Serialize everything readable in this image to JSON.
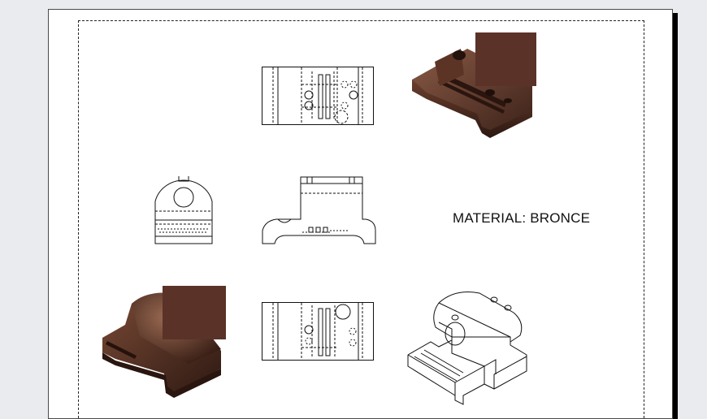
{
  "drawing": {
    "material_label": "MATERIAL: BRONCE"
  },
  "colors": {
    "background": "#e9ebee",
    "sheet": "#ffffff",
    "line": "#111111",
    "bronze_dark": "#3b2119",
    "bronze_mid": "#6b3f2e",
    "bronze_light": "#8a5a45",
    "bronze_block": "#5a3228"
  },
  "views": [
    "top-view",
    "top-right-render",
    "side-view",
    "front-view",
    "bottom-left-render",
    "bottom-view",
    "isometric-wireframe"
  ]
}
